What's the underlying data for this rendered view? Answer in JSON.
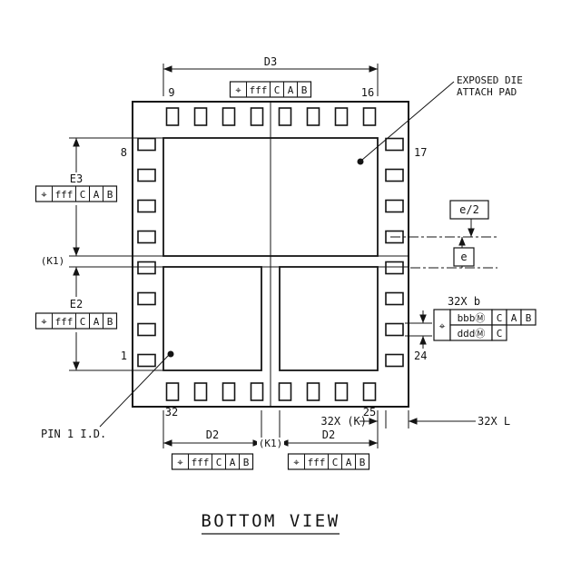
{
  "title": {
    "text": "BOTTOM VIEW"
  },
  "callouts": {
    "exposed_pad": {
      "line1": "EXPOSED DIE",
      "line2": "ATTACH PAD"
    },
    "pin1": "PIN 1 I.D."
  },
  "pins": {
    "p1": "1",
    "p8": "8",
    "p9": "9",
    "p16": "16",
    "p17": "17",
    "p24": "24",
    "p25": "25",
    "p32": "32"
  },
  "dims": {
    "d3": "D3",
    "e3": "E3",
    "e2": "E2",
    "k1_left": "(K1)",
    "d2_left": "D2",
    "d2_right": "D2",
    "k1_bottom": "(K1)",
    "e_half": "e/2",
    "e": "e",
    "b": "32X b",
    "k": "32X (K)",
    "l": "32X L"
  },
  "fcf_fff": {
    "sym": "⌖",
    "tol": "fff",
    "d1": "C",
    "d2": "A",
    "d3": "B"
  },
  "fcf_b": {
    "sym": "⌖",
    "row1": {
      "tol": "bbbⓂ",
      "d1": "C",
      "d2": "A",
      "d3": "B"
    },
    "row2": {
      "tol": "dddⓂ",
      "d1": "C"
    }
  }
}
